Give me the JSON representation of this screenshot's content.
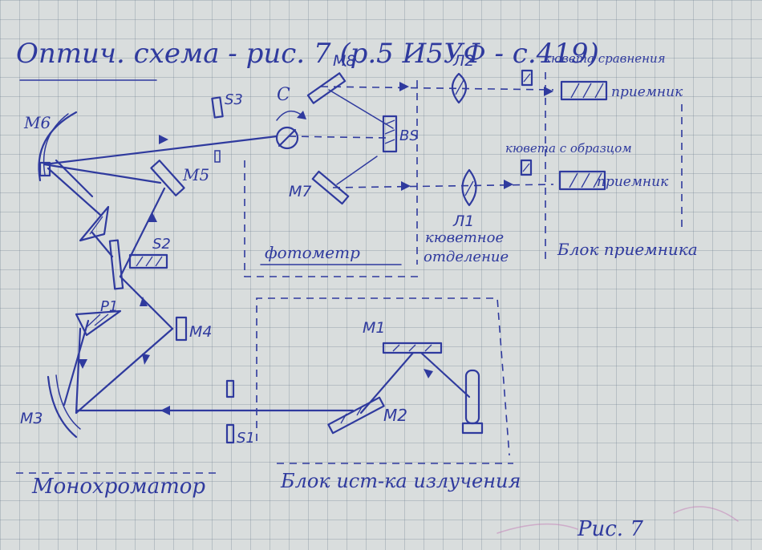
{
  "title": "Оптич. схема - рис. 7 (р.5 И5УФ - с.419)",
  "components": {
    "M1": "М1",
    "M2": "М2",
    "M3": "М3",
    "M4": "М4",
    "M5": "М5",
    "M6": "М6",
    "M7": "М7",
    "M8": "М8",
    "P1": "Р1",
    "S1": "S1",
    "S2": "S2",
    "S3": "S3",
    "C": "С",
    "BS": "ВS",
    "L1": "Л1",
    "L2": "Л2"
  },
  "labels": {
    "cuvette_compare": "кювета сравнения",
    "cuvette_sample": "кювета с образцом",
    "receiver_top": "приемник",
    "receiver_bottom": "приемник",
    "photometer": "фотометр",
    "cuvette_section_1": "кюветное",
    "cuvette_section_2": "отделение",
    "receivers_block": "Блок приемника",
    "monochromator": "Монохроматор",
    "source_block": "Блок ист-ка излучения",
    "figure": "Рис. 7"
  },
  "colors": {
    "ink": "#2f3a9e",
    "paper": "#d9dddd",
    "pencil": "#c47bb6"
  }
}
